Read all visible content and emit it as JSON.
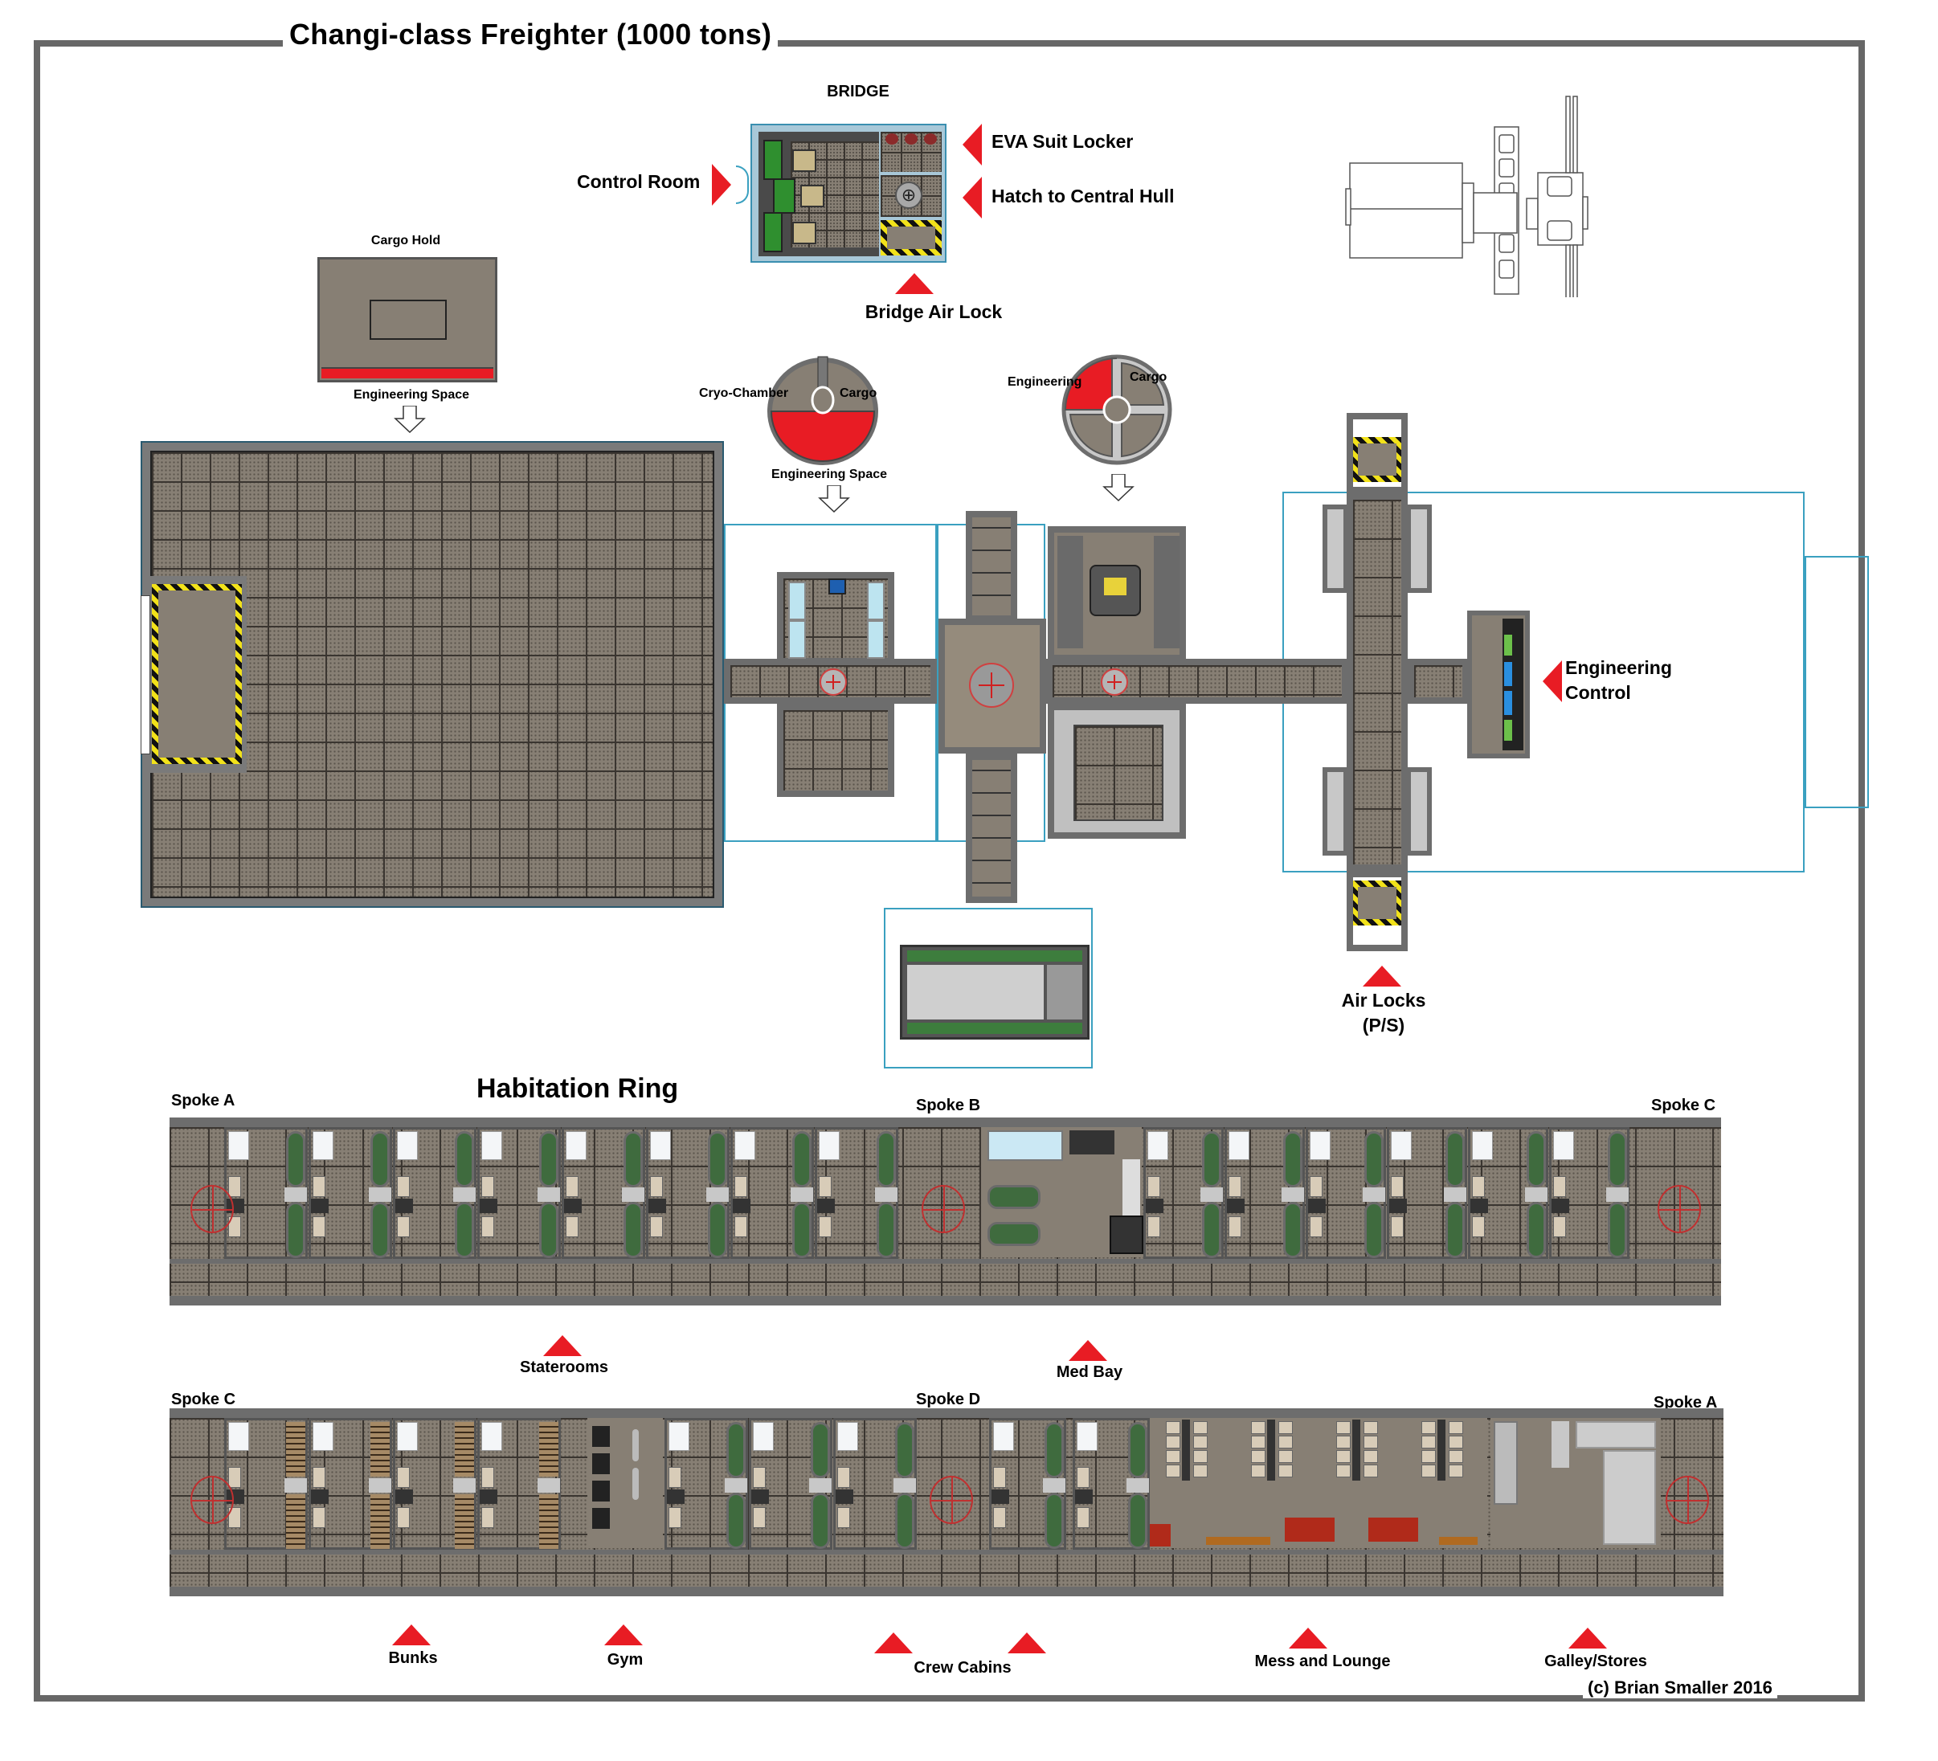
{
  "title": "Changi-class Freighter (1000 tons)",
  "copyright": "(c) Brian Smaller 2016",
  "colors": {
    "frame": "#676767",
    "callout_red": "#e81c24",
    "floor": "#877f74",
    "wall": "#6d6d6d",
    "hull_outline": "#3aa0c0",
    "bed_green": "#3f6b3e"
  },
  "bridge": {
    "heading": "BRIDGE",
    "callouts": {
      "control_room": "Control Room",
      "eva_suit_locker": "EVA Suit Locker",
      "hatch_to_central_hull": "Hatch to Central Hull",
      "bridge_air_lock": "Bridge Air Lock"
    }
  },
  "cargo_module": {
    "top_label": "Cargo Hold",
    "bottom_label": "Engineering Space"
  },
  "cryo_module": {
    "left_label": "Cryo-Chamber",
    "right_label": "Cargo",
    "bottom_label": "Engineering Space"
  },
  "engineering_module": {
    "left_label": "Engineering",
    "right_label": "Cargo"
  },
  "engineering_control": {
    "line1": "Engineering",
    "line2": "Control"
  },
  "air_locks": {
    "line1": "Air Locks",
    "line2": "(P/S)"
  },
  "habitation_ring": {
    "heading": "Habitation Ring",
    "upper_strip": {
      "spokes": [
        "Spoke A",
        "Spoke B",
        "Spoke C"
      ],
      "callouts": [
        "Staterooms",
        "Med Bay"
      ]
    },
    "lower_strip": {
      "spokes": [
        "Spoke C",
        "Spoke D",
        "Spoke A"
      ],
      "callouts": [
        "Bunks",
        "Gym",
        "Crew Cabins",
        "Mess and Lounge",
        "Galley/Stores"
      ]
    }
  }
}
